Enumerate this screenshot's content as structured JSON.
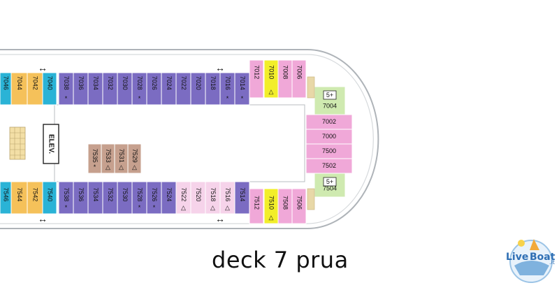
{
  "title": "deck 7 prua",
  "logo": {
    "text_a": "Live",
    "text_b": "Boat",
    "text_c": ".it"
  },
  "elevator_label": "ELEV.",
  "colors": {
    "purple": "#7b6cc2",
    "orange": "#f5c15a",
    "cyan": "#2ab3d6",
    "pink": "#f0a8d8",
    "light_pink": "#f6d3ea",
    "yellow": "#f2ee2a",
    "brown": "#c6a08e",
    "green": "#cfeab0",
    "deck_outline": "#aeb3b8"
  },
  "cabins": [
    {
      "id": "7046",
      "color": "cyan"
    },
    {
      "id": "7044",
      "color": "orange"
    },
    {
      "id": "7042",
      "color": "orange",
      "symbol": "↕"
    },
    {
      "id": "7040",
      "color": "cyan"
    },
    {
      "id": "7038",
      "color": "purple",
      "mark": "*"
    },
    {
      "id": "7036",
      "color": "purple"
    },
    {
      "id": "7034",
      "color": "purple"
    },
    {
      "id": "7032",
      "color": "purple"
    },
    {
      "id": "7030",
      "color": "purple"
    },
    {
      "id": "7028",
      "color": "purple",
      "mark": "*"
    },
    {
      "id": "7026",
      "color": "purple"
    },
    {
      "id": "7024",
      "color": "purple"
    },
    {
      "id": "7022",
      "color": "purple"
    },
    {
      "id": "7020",
      "color": "purple"
    },
    {
      "id": "7018",
      "color": "purple",
      "symbol": "↕"
    },
    {
      "id": "7016",
      "color": "purple",
      "mark": "*"
    },
    {
      "id": "7014",
      "color": "purple",
      "mark": "*"
    },
    {
      "id": "7012",
      "color": "pink"
    },
    {
      "id": "7010",
      "color": "yellow",
      "mark": "△"
    },
    {
      "id": "7008",
      "color": "pink"
    },
    {
      "id": "7006",
      "color": "pink"
    },
    {
      "id": "7004",
      "color": "green",
      "badge": "5+"
    },
    {
      "id": "7002",
      "color": "pink"
    },
    {
      "id": "7000",
      "color": "pink"
    },
    {
      "id": "7500",
      "color": "pink"
    },
    {
      "id": "7502",
      "color": "pink"
    },
    {
      "id": "7504",
      "color": "green",
      "badge": "5+"
    },
    {
      "id": "7529",
      "color": "brown",
      "mark": "△"
    },
    {
      "id": "7531",
      "color": "brown",
      "mark": "△"
    },
    {
      "id": "7533",
      "color": "brown",
      "mark": "△"
    },
    {
      "id": "7535",
      "color": "brown",
      "mark": "*"
    },
    {
      "id": "7546",
      "color": "cyan"
    },
    {
      "id": "7544",
      "color": "orange"
    },
    {
      "id": "7542",
      "color": "orange",
      "symbol": "↕"
    },
    {
      "id": "7540",
      "color": "cyan"
    },
    {
      "id": "7538",
      "color": "purple",
      "mark": "*"
    },
    {
      "id": "7536",
      "color": "purple"
    },
    {
      "id": "7534",
      "color": "purple"
    },
    {
      "id": "7532",
      "color": "purple"
    },
    {
      "id": "7530",
      "color": "purple"
    },
    {
      "id": "7528",
      "color": "purple",
      "mark": "*"
    },
    {
      "id": "7526",
      "color": "purple",
      "mark": "*"
    },
    {
      "id": "7524",
      "color": "purple"
    },
    {
      "id": "7522",
      "color": "light_pink",
      "mark": "△"
    },
    {
      "id": "7520",
      "color": "light_pink"
    },
    {
      "id": "7518",
      "color": "light_pink",
      "mark": "△",
      "symbol": "↕"
    },
    {
      "id": "7516",
      "color": "light_pink",
      "mark": "△"
    },
    {
      "id": "7514",
      "color": "purple"
    },
    {
      "id": "7512",
      "color": "pink"
    },
    {
      "id": "7510",
      "color": "yellow",
      "mark": "△"
    },
    {
      "id": "7508",
      "color": "pink"
    },
    {
      "id": "7506",
      "color": "pink"
    }
  ]
}
